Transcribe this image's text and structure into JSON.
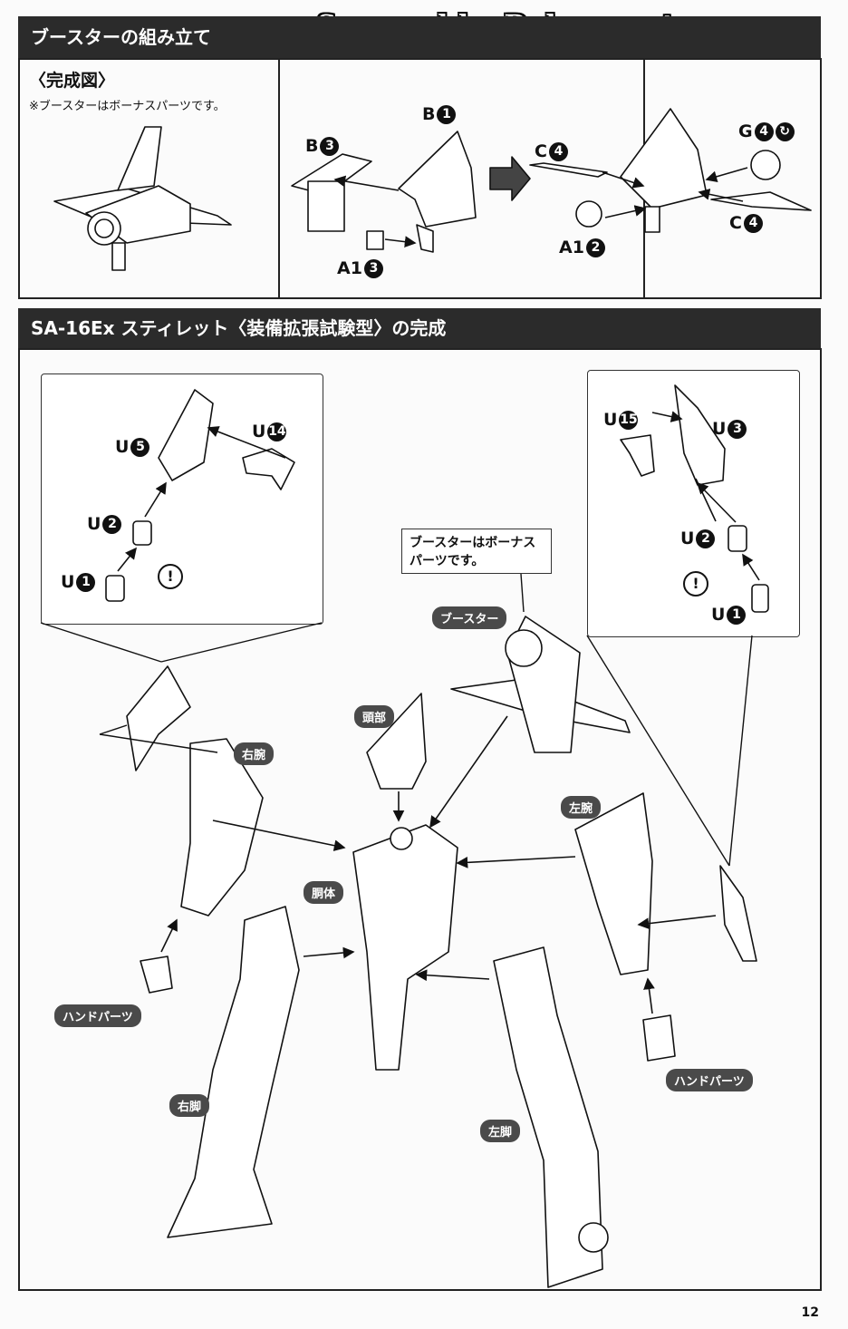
{
  "watermark": "Scanned by Dalong.net",
  "section1": {
    "title": "ブースターの組み立て",
    "completion_title": "〈完成図〉",
    "completion_note": "※ブースターはボーナスパーツです。",
    "parts": [
      {
        "letter": "B",
        "num": "1"
      },
      {
        "letter": "B",
        "num": "3"
      },
      {
        "letter": "A1",
        "num": "3"
      },
      {
        "letter": "C",
        "num": "4"
      },
      {
        "letter": "G",
        "num": "4"
      },
      {
        "letter": "C",
        "num": "4"
      },
      {
        "letter": "A1",
        "num": "2"
      }
    ]
  },
  "section2": {
    "title": "SA-16Ex スティレット〈装備拡張試験型〉の完成",
    "left_inset_parts": [
      {
        "letter": "U",
        "num": "5"
      },
      {
        "letter": "U",
        "num": "14"
      },
      {
        "letter": "U",
        "num": "2"
      },
      {
        "letter": "U",
        "num": "1"
      }
    ],
    "right_inset_parts": [
      {
        "letter": "U",
        "num": "15"
      },
      {
        "letter": "U",
        "num": "3"
      },
      {
        "letter": "U",
        "num": "2"
      },
      {
        "letter": "U",
        "num": "1"
      }
    ],
    "exclamation": "!",
    "callout_lines": [
      "ブースターはボーナス",
      "パーツです。"
    ],
    "labels": {
      "booster": "ブースター",
      "head": "頭部",
      "right_arm": "右腕",
      "left_arm": "左腕",
      "torso": "胴体",
      "hand_left": "ハンドパーツ",
      "hand_right": "ハンドパーツ",
      "right_leg": "右脚",
      "left_leg": "左脚"
    }
  },
  "page_number": "12"
}
